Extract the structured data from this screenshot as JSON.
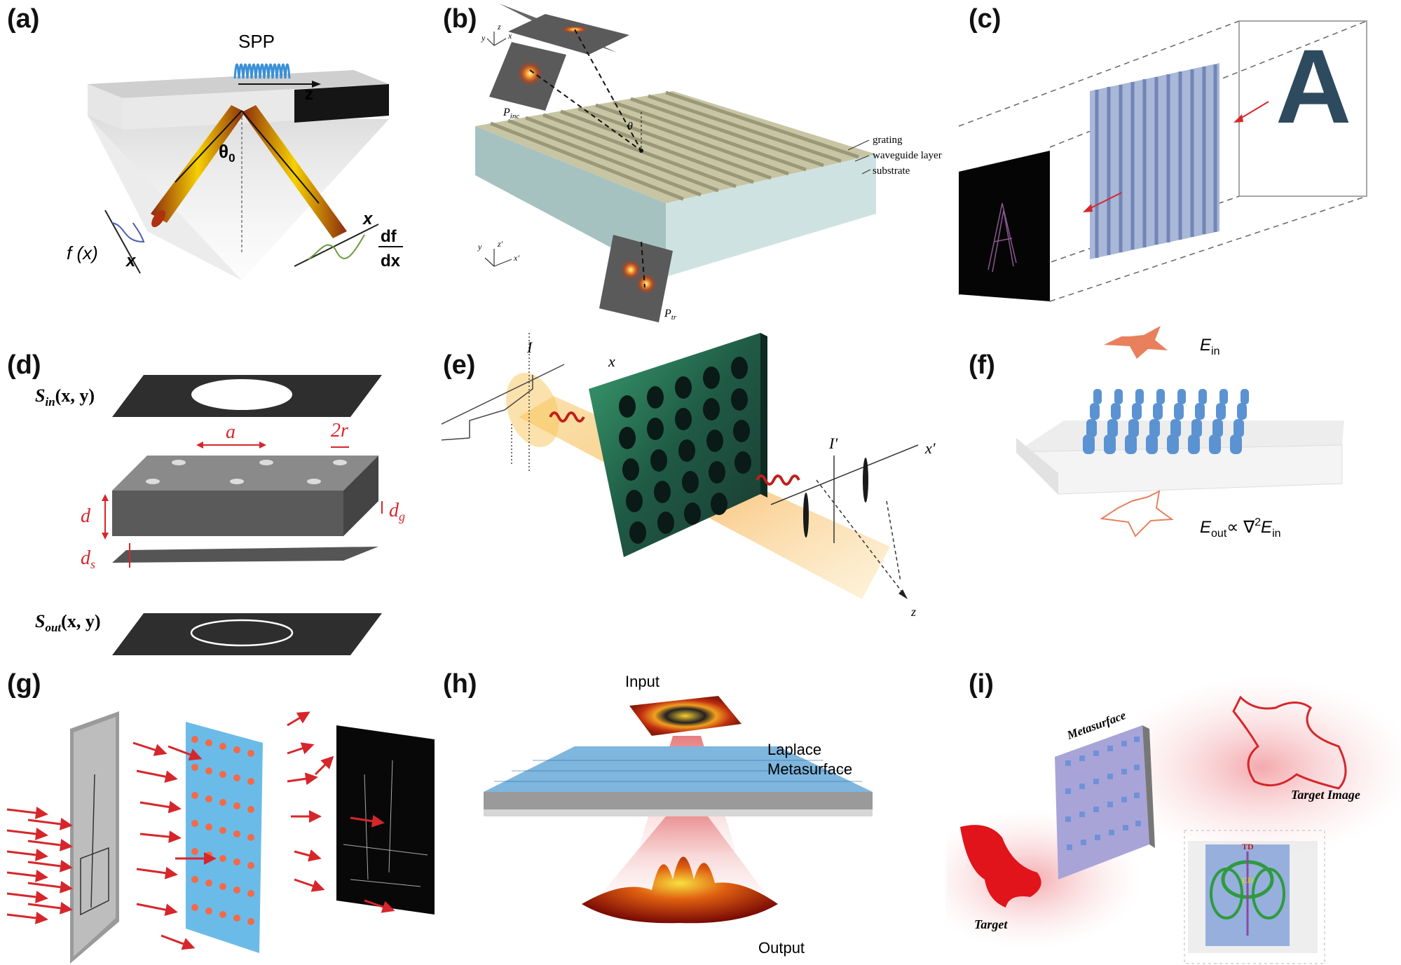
{
  "figure": {
    "panels": [
      {
        "id": "a",
        "label": "(a)",
        "texts": {
          "spp": "SPP",
          "z": "z",
          "theta": "θ",
          "theta_sub": "0",
          "fx": "f (x)",
          "x1": "x",
          "x2": "x",
          "df": "df",
          "dx": "dx"
        }
      },
      {
        "id": "b",
        "label": "(b)",
        "texts": {
          "grating": "grating",
          "waveguide": "waveguide layer",
          "substrate": "substrate",
          "pinc": "P",
          "pinc_sub": "inc",
          "ptr": "P",
          "ptr_sub": "tr",
          "theta": "θ",
          "ax_y": "y",
          "ax_z": "z",
          "ax_x": "x",
          "ax_y2": "y",
          "ax_z2": "z'",
          "ax_x2": "x'"
        }
      },
      {
        "id": "c",
        "label": "(c)",
        "texts": {
          "letter": "A"
        }
      },
      {
        "id": "d",
        "label": "(d)",
        "texts": {
          "sin": "S",
          "sin_sub": "in",
          "sin_args": "(x, y)",
          "sout": "S",
          "sout_sub": "out",
          "sout_args": "(x, y)",
          "a": "a",
          "two_r": "2r",
          "d": "d",
          "dg": "d",
          "dg_sub": "g",
          "ds": "d",
          "ds_sub": "s"
        }
      },
      {
        "id": "e",
        "label": "(e)",
        "texts": {
          "I": "I",
          "x": "x",
          "Ip": "I'",
          "xp": "x'",
          "z": "z"
        }
      },
      {
        "id": "f",
        "label": "(f)",
        "texts": {
          "ein": "E",
          "ein_sub": "in",
          "eout": "E",
          "eout_sub": "out",
          "eout_rel": "∝ ∇",
          "eout_sup": "2",
          "eout_tail": "E",
          "eout_tail_sub": "in"
        }
      },
      {
        "id": "g",
        "label": "(g)",
        "texts": {}
      },
      {
        "id": "h",
        "label": "(h)",
        "texts": {
          "input": "Input",
          "laplace": "Laplace",
          "metasurface": "Metasurface",
          "output": "Output"
        }
      },
      {
        "id": "i",
        "label": "(i)",
        "texts": {
          "metasurface": "Metasurface",
          "target_image": "Target Image",
          "target": "Target",
          "td": "TD",
          "ed": "ED"
        }
      }
    ],
    "colors": {
      "red": "#d6262b",
      "spp_blue": "#3a8fd6",
      "metal_gray": "#8a8a8a",
      "pillar_blue": "#5b93d2",
      "star_orange": "#e8805d",
      "screen_navy": "#2e4a5e",
      "grating_beige": "#c7c5a3"
    }
  }
}
